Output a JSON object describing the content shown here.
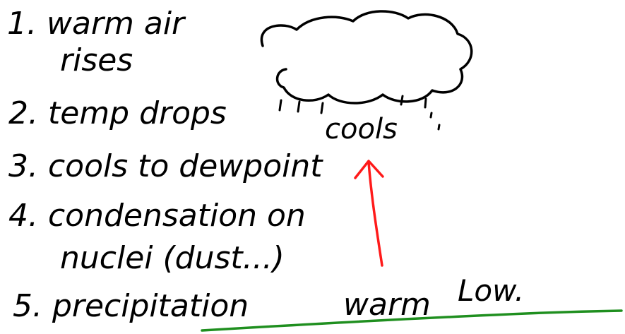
{
  "steps": [
    {
      "line1": "1. warm air",
      "line2": "rises"
    },
    {
      "line1": "2. temp drops"
    },
    {
      "line1": "3. cools to dewpoint"
    },
    {
      "line1": "4. condensation on",
      "line2": "nuclei (dust...)"
    },
    {
      "line1": "5. precipitation"
    }
  ],
  "labels": {
    "cools": "cools",
    "warm": "warm",
    "low": "Low."
  },
  "colors": {
    "ink": "#000000",
    "blue": "#1a1aff",
    "red": "#ff1a1a",
    "green": "#1f8f1f"
  }
}
